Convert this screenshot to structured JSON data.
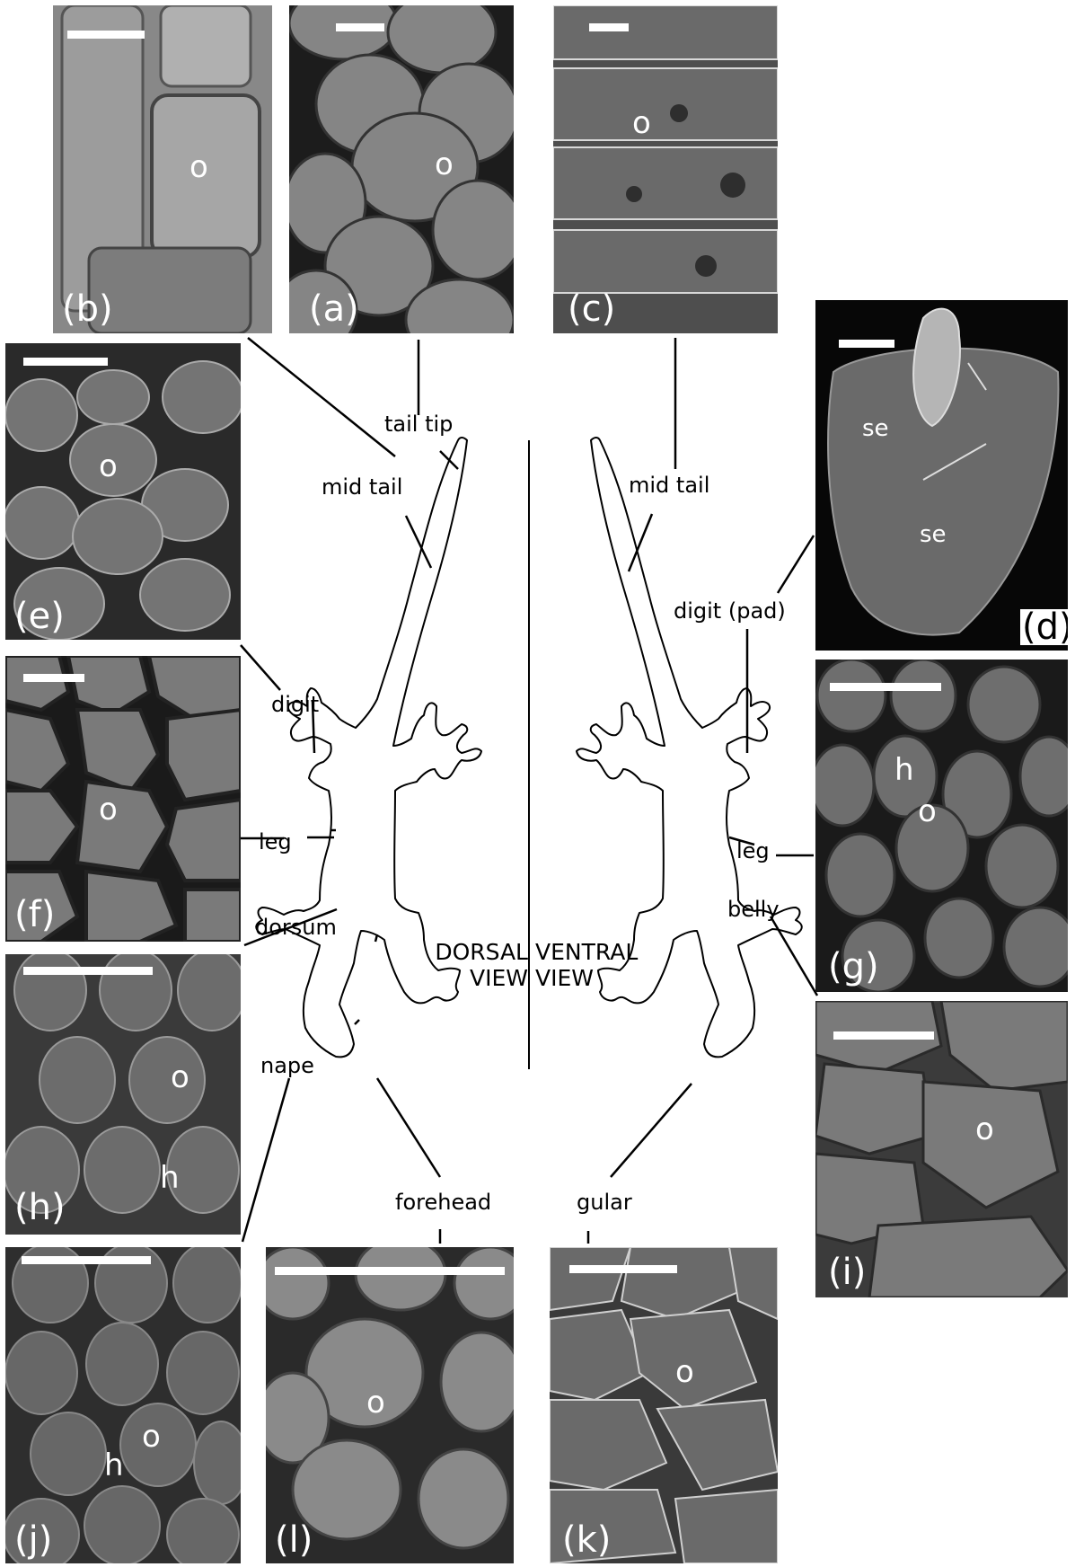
{
  "panels": [
    {
      "id": "b",
      "label": "(b)",
      "markers": [
        {
          "text": "o"
        }
      ]
    },
    {
      "id": "a",
      "label": "(a)",
      "markers": [
        {
          "text": "o"
        }
      ]
    },
    {
      "id": "c",
      "label": "(c)",
      "markers": [
        {
          "text": "o"
        }
      ]
    },
    {
      "id": "d",
      "label": "(d)",
      "markers": [
        {
          "text": "se"
        },
        {
          "text": "se"
        }
      ]
    },
    {
      "id": "e",
      "label": "(e)",
      "markers": [
        {
          "text": "o"
        }
      ]
    },
    {
      "id": "f",
      "label": "(f)",
      "markers": [
        {
          "text": "o"
        }
      ]
    },
    {
      "id": "g",
      "label": "(g)",
      "markers": [
        {
          "text": "h"
        },
        {
          "text": "o"
        }
      ]
    },
    {
      "id": "h",
      "label": "(h)",
      "markers": [
        {
          "text": "o"
        },
        {
          "text": "h"
        }
      ]
    },
    {
      "id": "i",
      "label": "(i)",
      "markers": [
        {
          "text": "o"
        }
      ]
    },
    {
      "id": "j",
      "label": "(j)",
      "markers": [
        {
          "text": "o"
        },
        {
          "text": "h"
        }
      ]
    },
    {
      "id": "l",
      "label": "(l)",
      "markers": [
        {
          "text": "o"
        }
      ]
    },
    {
      "id": "k",
      "label": "(k)",
      "markers": [
        {
          "text": "o"
        }
      ]
    }
  ],
  "labels": {
    "tail_tip": "tail tip",
    "mid_tail_dorsal": "mid tail",
    "mid_tail_ventral": "mid tail",
    "digit_pad": "digit (pad)",
    "digit": "digit",
    "leg_dorsal": "leg",
    "leg_ventral": "leg",
    "dorsum": "dorsum",
    "belly": "belly",
    "nape": "nape",
    "forehead": "forehead",
    "gular": "gular"
  },
  "views": {
    "dorsal_line1": "DORSAL",
    "dorsal_line2": "VIEW",
    "ventral_line1": "VENTRAL",
    "ventral_line2": "VIEW"
  }
}
